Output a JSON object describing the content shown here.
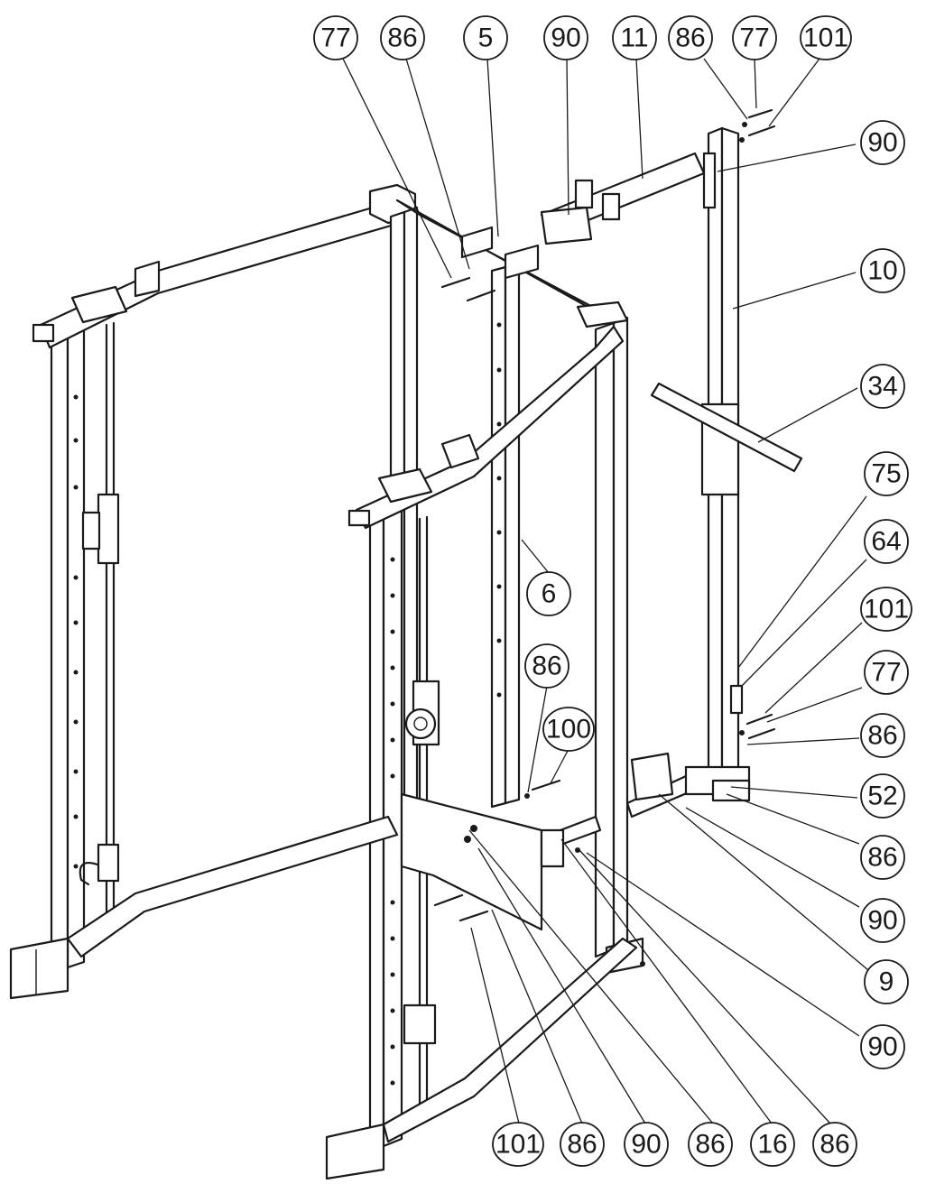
{
  "diagram": {
    "type": "exploded-assembly",
    "line_color": "#1a1a1a",
    "background": "#ffffff"
  },
  "callouts": [
    {
      "id": "c1",
      "label": "77"
    },
    {
      "id": "c2",
      "label": "86"
    },
    {
      "id": "c3",
      "label": "5"
    },
    {
      "id": "c4",
      "label": "90"
    },
    {
      "id": "c5",
      "label": "11"
    },
    {
      "id": "c6",
      "label": "86"
    },
    {
      "id": "c7",
      "label": "77"
    },
    {
      "id": "c8",
      "label": "101"
    },
    {
      "id": "c9",
      "label": "90"
    },
    {
      "id": "c10",
      "label": "10"
    },
    {
      "id": "c11",
      "label": "34"
    },
    {
      "id": "c12",
      "label": "75"
    },
    {
      "id": "c13",
      "label": "64"
    },
    {
      "id": "c14",
      "label": "101"
    },
    {
      "id": "c15",
      "label": "77"
    },
    {
      "id": "c16",
      "label": "86"
    },
    {
      "id": "c17",
      "label": "52"
    },
    {
      "id": "c18",
      "label": "86"
    },
    {
      "id": "c19",
      "label": "90"
    },
    {
      "id": "c20",
      "label": "9"
    },
    {
      "id": "c21",
      "label": "90"
    },
    {
      "id": "c22",
      "label": "6"
    },
    {
      "id": "c23",
      "label": "86"
    },
    {
      "id": "c24",
      "label": "100"
    },
    {
      "id": "c25",
      "label": "101"
    },
    {
      "id": "c26",
      "label": "86"
    },
    {
      "id": "c27",
      "label": "90"
    },
    {
      "id": "c28",
      "label": "86"
    },
    {
      "id": "c29",
      "label": "16"
    },
    {
      "id": "c30",
      "label": "86"
    }
  ]
}
